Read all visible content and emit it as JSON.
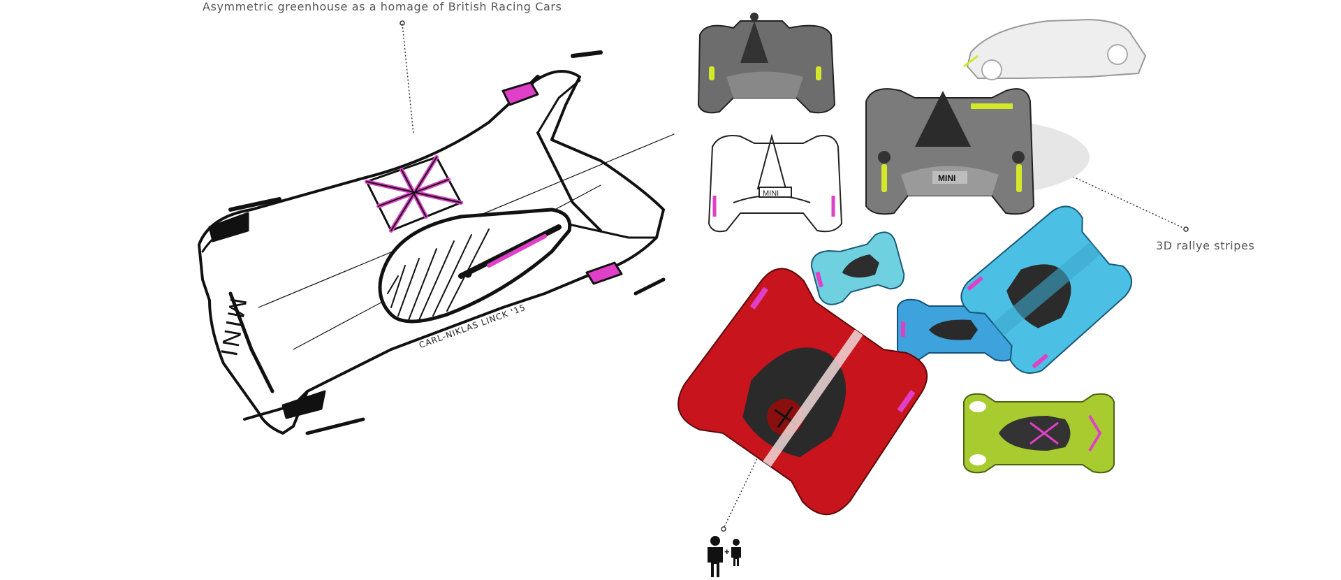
{
  "annotations": {
    "greenhouse": "Asymmetric greenhouse as a homage of British Racing Cars",
    "stripes": "3D rallye stripes"
  },
  "sketch": {
    "signature": "CARL-NIKLAS LINCK '15",
    "brand": "MINI"
  },
  "renders": {
    "brand": "MINI"
  },
  "colors": {
    "accent_pink": "#e040c8",
    "accent_lime": "#d4e82a",
    "car_red": "#c8141c",
    "car_blue": "#2aa0d8",
    "car_green": "#a8cc30"
  },
  "icons": [
    "occupant-adult-icon",
    "occupant-child-icon",
    "callout-dot-icon"
  ]
}
